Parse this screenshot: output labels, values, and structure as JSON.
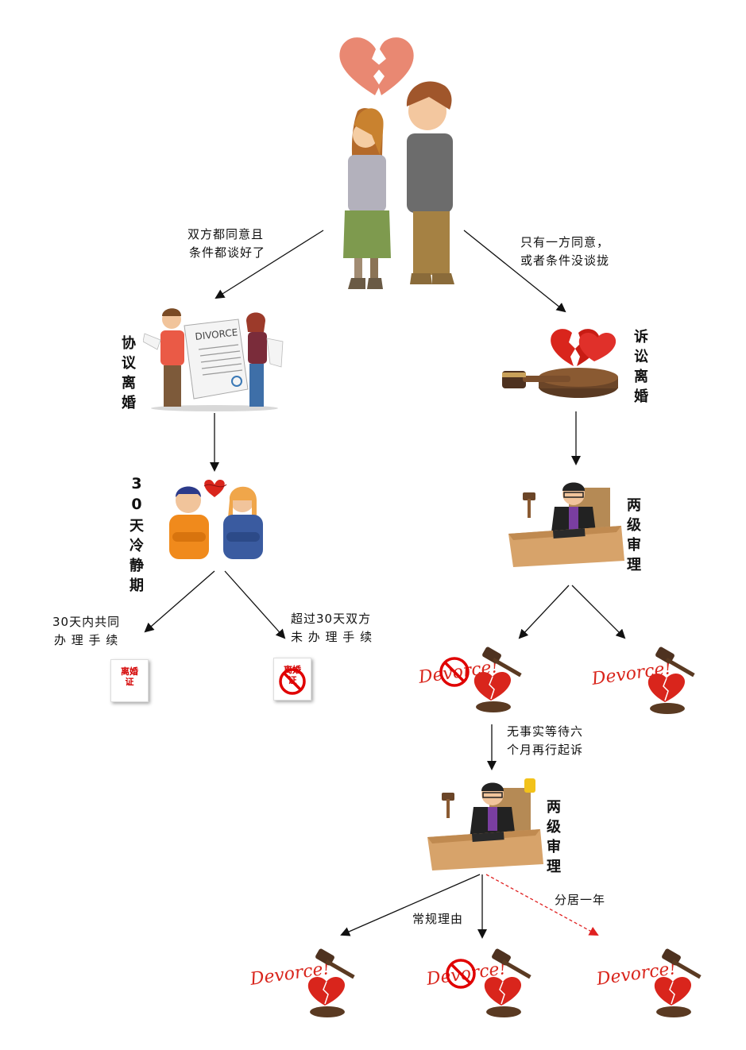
{
  "labels": {
    "agree_both": [
      "双方都同意且",
      "条件都谈好了"
    ],
    "agree_one": [
      "只有一方同意，",
      "或者条件没谈拢"
    ],
    "mutual_divorce": "协议离婚",
    "litigation_divorce": "诉讼离婚",
    "cooling_num": "30",
    "cooling_text": "天冷静期",
    "two_level_1": "两级审理",
    "two_level_2": "两级审理",
    "within_30": [
      "30天内共同",
      "办 理 手 续"
    ],
    "over_30": [
      "超过30天双方",
      "未 办 理 手 续"
    ],
    "wait_six": [
      "无事实等待六",
      "个月再行起诉"
    ],
    "normal_reason": "常规理由",
    "separate_year": "分居一年",
    "cert_text": "离婚证",
    "divorce_word": "Devorce!",
    "divorce_paper": "DIVORCE"
  },
  "colors": {
    "arrow": "#111111",
    "dashed_arrow": "#e02020",
    "heart": "#d9251c",
    "broken_heart": "#e98872",
    "gavel": "#5a3a22"
  }
}
